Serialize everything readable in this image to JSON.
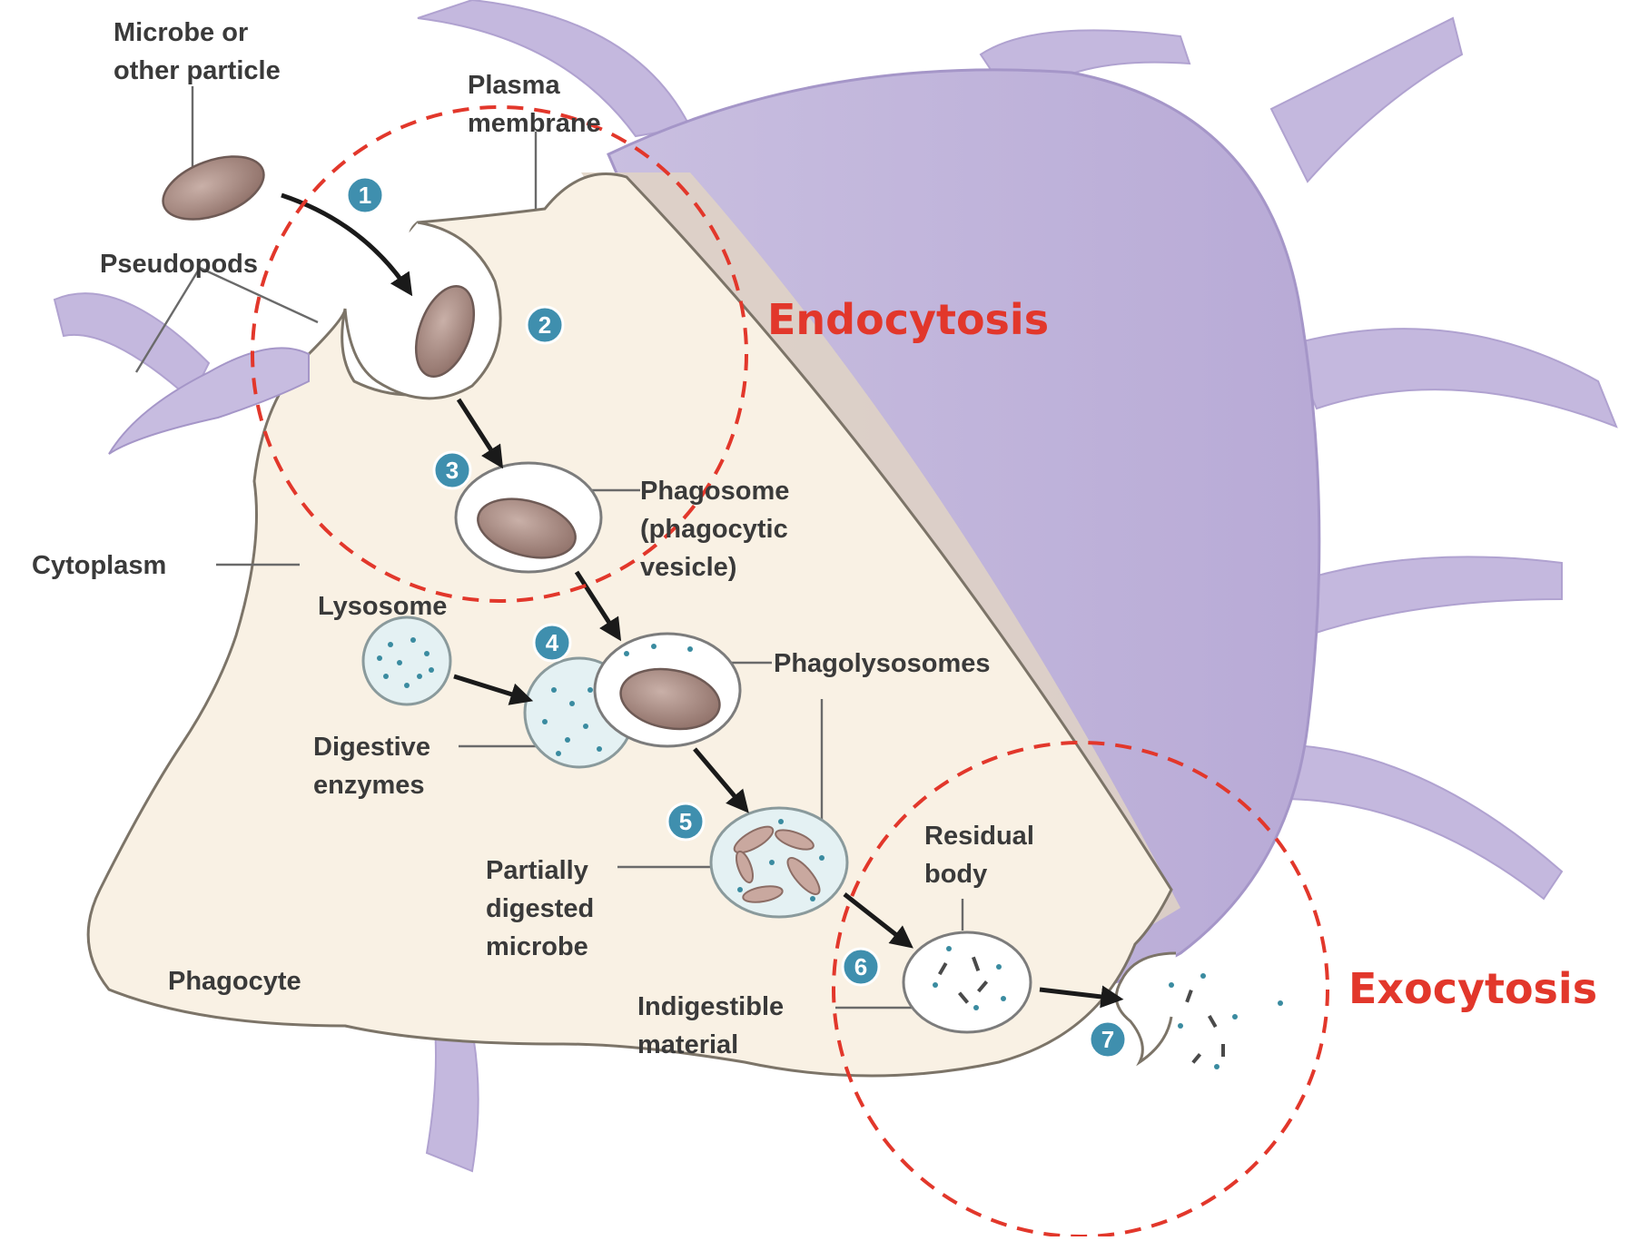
{
  "regions": {
    "endocytosis": "Endocytosis",
    "exocytosis": "Exocytosis",
    "color": "#e2372b"
  },
  "labels": {
    "microbe_line1": "Microbe or",
    "microbe_line2": "other particle",
    "plasma_line1": "Plasma",
    "plasma_line2": "membrane",
    "pseudopods": "Pseudopods",
    "cytoplasm": "Cytoplasm",
    "lysosome": "Lysosome",
    "digestive_line1": "Digestive",
    "digestive_line2": "enzymes",
    "phagosome_line1": "Phagosome",
    "phagosome_line2": "(phagocytic",
    "phagosome_line3": "vesicle)",
    "phagolysosomes": "Phagolysosomes",
    "partially_line1": "Partially",
    "partially_line2": "digested",
    "partially_line3": "microbe",
    "residual_line1": "Residual",
    "residual_line2": "body",
    "indigestible_line1": "Indigestible",
    "indigestible_line2": "material",
    "phagocyte": "Phagocyte"
  },
  "steps": [
    "1",
    "2",
    "3",
    "4",
    "5",
    "6",
    "7"
  ],
  "colors": {
    "cell_body": "#d6cde8",
    "cytoplasm": "#f9f1e4",
    "step_badge": "#3f8fae",
    "microbe": "#a88a82"
  }
}
